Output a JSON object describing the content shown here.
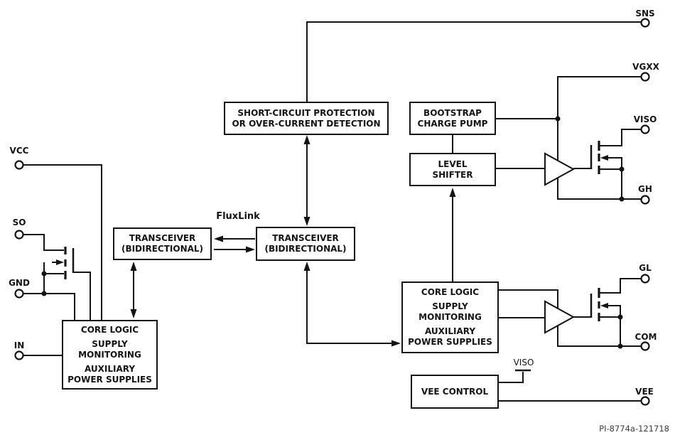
{
  "diagram_code": "PI-8774a-121718",
  "labels": {
    "fluxlink": "FluxLink"
  },
  "boxes": {
    "short_circuit": {
      "line1": "SHORT-CIRCUIT PROTECTION",
      "line2": "OR OVER-CURRENT DETECTION"
    },
    "transceiver_left": {
      "line1": "TRANSCEIVER",
      "line2": "(BIDIRECTIONAL)"
    },
    "transceiver_right": {
      "line1": "TRANSCEIVER",
      "line2": "(BIDIRECTIONAL)"
    },
    "bootstrap_charge_pump": {
      "line1": "BOOTSTRAP",
      "line2": "CHARGE PUMP"
    },
    "level_shifter": {
      "line1": "LEVEL",
      "line2": "SHIFTER"
    },
    "core_logic_left": {
      "line1": "CORE LOGIC",
      "line2": "SUPPLY",
      "line3": "MONITORING",
      "line4": "AUXILIARY",
      "line5": "POWER SUPPLIES"
    },
    "core_logic_right": {
      "line1": "CORE LOGIC",
      "line2": "SUPPLY",
      "line3": "MONITORING",
      "line4": "AUXILIARY",
      "line5": "POWER SUPPLIES"
    },
    "vee_control": {
      "line1": "VEE CONTROL"
    }
  },
  "terminals": {
    "vcc": "VCC",
    "so": "SO",
    "gnd": "GND",
    "in": "IN",
    "sns": "SNS",
    "vgxx": "VGXX",
    "viso": "VISO",
    "gh": "GH",
    "gl": "GL",
    "com": "COM",
    "vee": "VEE",
    "viso_tap": "VISO"
  },
  "colors": {
    "line": "#141414",
    "background": "#ffffff"
  }
}
